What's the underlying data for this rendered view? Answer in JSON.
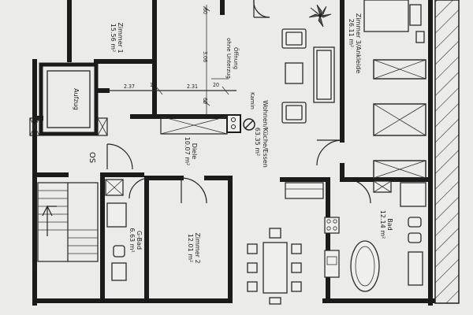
{
  "plan": {
    "rooms": {
      "zimmer1": {
        "name": "Zimmer 1",
        "area": "15.56 m²"
      },
      "zimmer2": {
        "name": "Zimmer 2",
        "area": "12.01 m²"
      },
      "zimmer3": {
        "name": "Zimmer 3/Ankleide",
        "area": "26.11 m²"
      },
      "wohnen": {
        "name": "Wohnen/Küche/Essen",
        "area": "63.35 m²"
      },
      "diele": {
        "name": "Diele",
        "area": "10.07 m²"
      },
      "gbad": {
        "name": "G-Bad",
        "area": "6.63 m²"
      },
      "bad": {
        "name": "Bad",
        "area": "12.14 m²"
      },
      "aufzug": {
        "name": "Aufzug"
      }
    },
    "labels": {
      "kamin": "Kamin",
      "oeffnung_line1": "Öffnung",
      "oeffnung_line2": "ohne Unterzug",
      "stair_code": "OS"
    },
    "dimensions": {
      "d237": "2.37",
      "d10": "10",
      "d231": "2.31",
      "d20": "20",
      "d306": "3.06",
      "d60a": "60",
      "d60b": "60"
    }
  }
}
